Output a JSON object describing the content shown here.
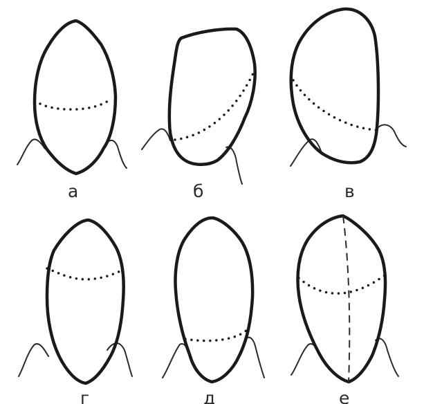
{
  "figure": {
    "panels": [
      {
        "label": "а"
      },
      {
        "label": "б"
      },
      {
        "label": "в"
      },
      {
        "label": "г"
      },
      {
        "label": "д"
      },
      {
        "label": "е"
      }
    ]
  }
}
